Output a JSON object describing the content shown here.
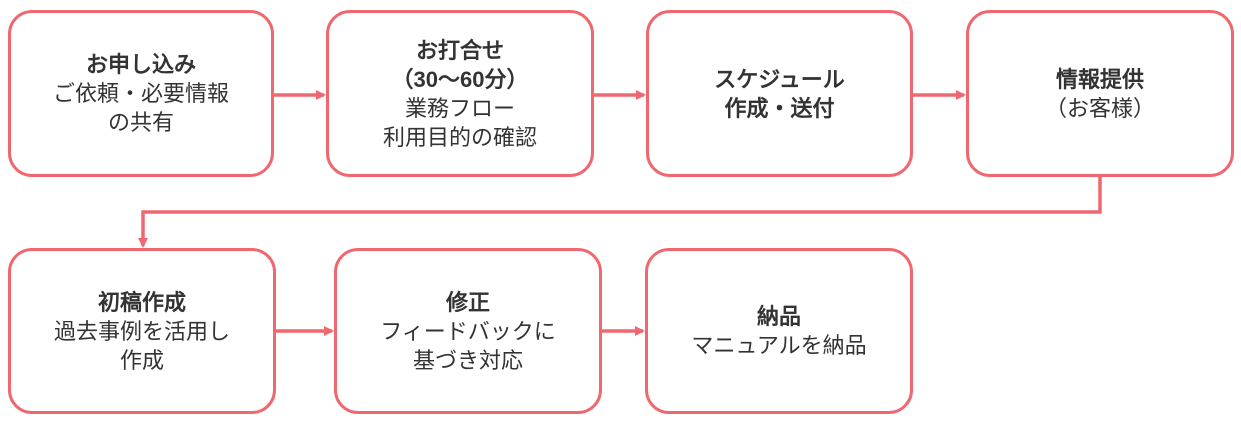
{
  "steps": [
    {
      "title": "お申し込み",
      "lines": [
        "ご依頼・必要情報",
        "の共有"
      ]
    },
    {
      "title": "お打合せ",
      "title2": "（30〜60分）",
      "lines": [
        "業務フロー",
        "利用目的の確認"
      ]
    },
    {
      "title": "スケジュール",
      "title2": "作成・送付",
      "lines": []
    },
    {
      "title": "情報提供",
      "lines": [
        "（お客様）"
      ]
    },
    {
      "title": "初稿作成",
      "lines": [
        "過去事例を活用し",
        "作成"
      ]
    },
    {
      "title": "修正",
      "lines": [
        "フィードバックに",
        "基づき対応"
      ]
    },
    {
      "title": "納品",
      "lines": [
        "マニュアルを納品"
      ]
    }
  ],
  "colors": {
    "accent": "#f0686f"
  }
}
